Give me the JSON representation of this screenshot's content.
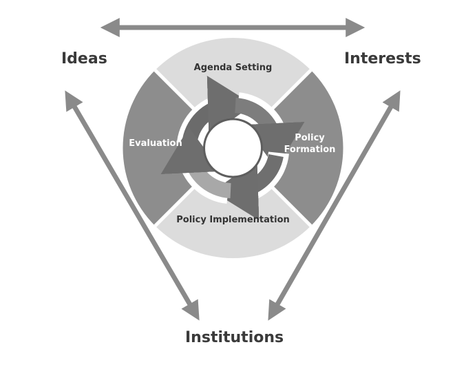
{
  "forces": {
    "ideas": "Ideas",
    "interests": "Interests",
    "institutions": "Institutions"
  },
  "cycle": {
    "agenda_setting": "Agenda Setting",
    "policy_formation_line1": "Policy",
    "policy_formation_line2": "Formation",
    "policy_implementation": "Policy Implementation",
    "evaluation": "Evaluation"
  },
  "colors": {
    "arrow": "#8a8a8a",
    "light_segment": "#dcdcdc",
    "dark_segment": "#8d8d8d",
    "light_text": "#333333",
    "dark_text": "#ffffff",
    "corner_text": "#3a3a3a"
  }
}
